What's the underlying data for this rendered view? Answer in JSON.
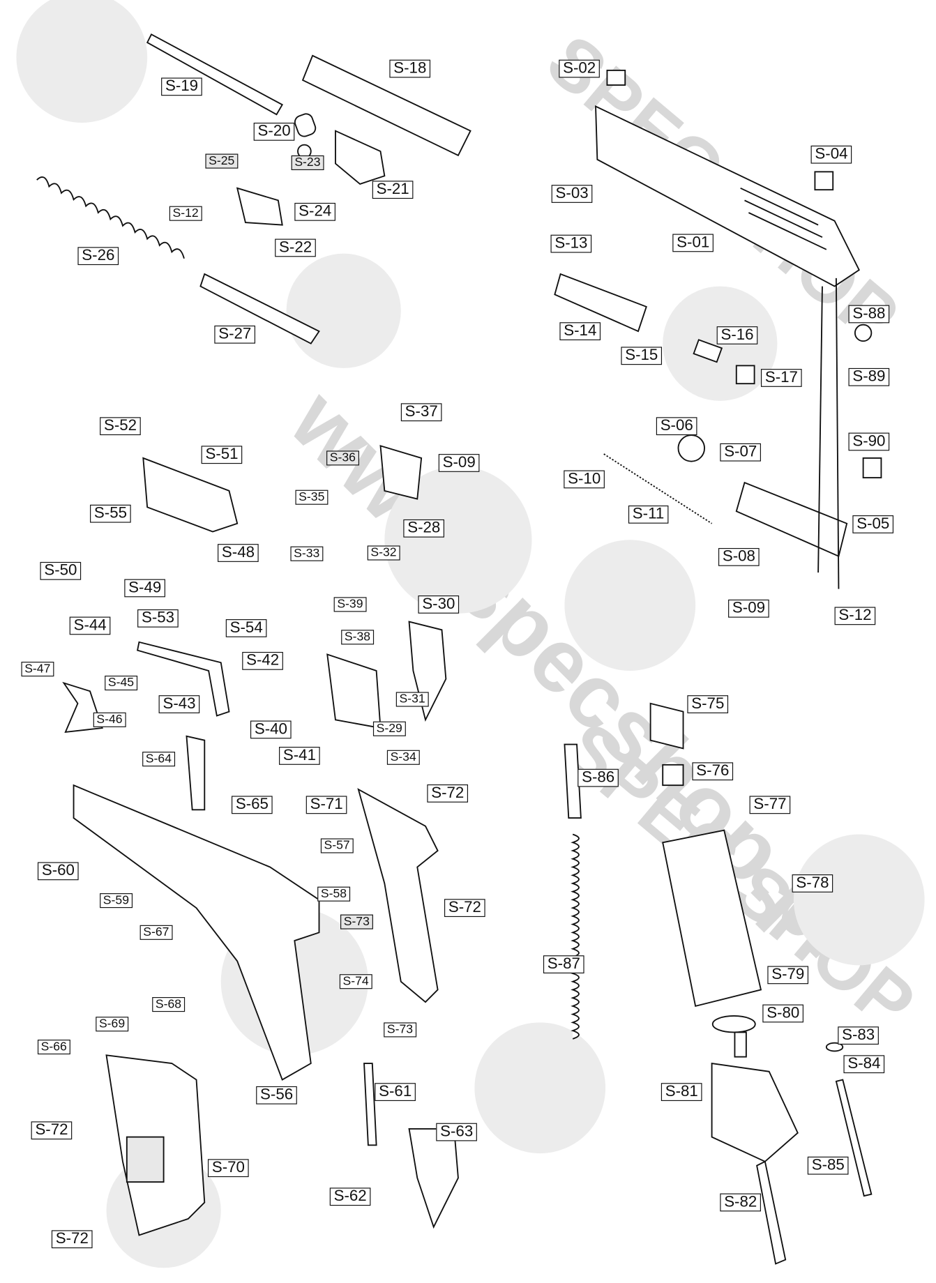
{
  "watermark": {
    "url": "www.specshop.pl",
    "brand": "SPEC SHOP"
  },
  "labels": [
    "S-19",
    "S-18",
    "S-20",
    "S-25",
    "S-23",
    "S-21",
    "S-12",
    "S-24",
    "S-22",
    "S-26",
    "S-27",
    "S-02",
    "S-04",
    "S-03",
    "S-13",
    "S-01",
    "S-14",
    "S-16",
    "S-15",
    "S-17",
    "S-88",
    "S-89",
    "S-90",
    "S-06",
    "S-07",
    "S-10",
    "S-11",
    "S-05",
    "S-08",
    "S-09",
    "S-12",
    "S-52",
    "S-51",
    "S-37",
    "S-36",
    "S-09",
    "S-35",
    "S-55",
    "S-28",
    "S-48",
    "S-33",
    "S-32",
    "S-50",
    "S-49",
    "S-53",
    "S-54",
    "S-39",
    "S-30",
    "S-44",
    "S-38",
    "S-42",
    "S-47",
    "S-45",
    "S-31",
    "S-43",
    "S-46",
    "S-40",
    "S-29",
    "S-41",
    "S-34",
    "S-64",
    "S-65",
    "S-71",
    "S-72",
    "S-57",
    "S-60",
    "S-58",
    "S-59",
    "S-73",
    "S-72",
    "S-67",
    "S-74",
    "S-68",
    "S-69",
    "S-73",
    "S-66",
    "S-56",
    "S-61",
    "S-63",
    "S-72",
    "S-70",
    "S-62",
    "S-72",
    "S-75",
    "S-76",
    "S-86",
    "S-77",
    "S-78",
    "S-87",
    "S-79",
    "S-80",
    "S-83",
    "S-84",
    "S-81",
    "S-85",
    "S-82"
  ]
}
